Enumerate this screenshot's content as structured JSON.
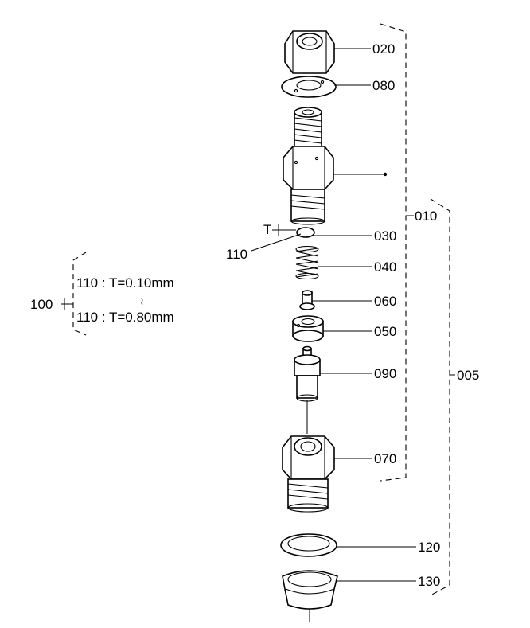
{
  "callouts": {
    "p020": "020",
    "p080": "080",
    "p010": "010",
    "p030": "030",
    "p040": "040",
    "p060": "060",
    "p050": "050",
    "p090": "090",
    "p005": "005",
    "p070": "070",
    "p120": "120",
    "p130": "130",
    "p110": "110",
    "t_mark": "T"
  },
  "shim_note": {
    "group_label": "100",
    "line1": "110 : T=0.10mm",
    "range_mark": "≀",
    "line2": "110 : T=0.80mm"
  }
}
